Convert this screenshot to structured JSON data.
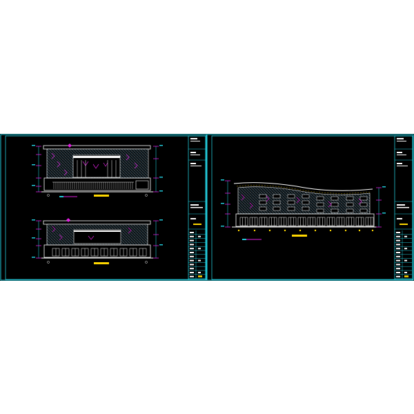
{
  "colors": {
    "frame": "#22c8d8",
    "outline": "#ffffff",
    "accent": "#e020e0",
    "hatch": "#7aa8c0",
    "label": "#ffd800",
    "background": "#000000",
    "page": "#ffffff"
  },
  "sheets": [
    {
      "id": "sheet-left",
      "drawings": [
        {
          "id": "elevation-top",
          "caption": ""
        },
        {
          "id": "elevation-bottom",
          "caption": ""
        }
      ],
      "title_block": {
        "rows": 12
      }
    },
    {
      "id": "sheet-right",
      "drawings": [
        {
          "id": "elevation-curved",
          "caption": ""
        }
      ],
      "title_block": {
        "rows": 12
      }
    }
  ]
}
